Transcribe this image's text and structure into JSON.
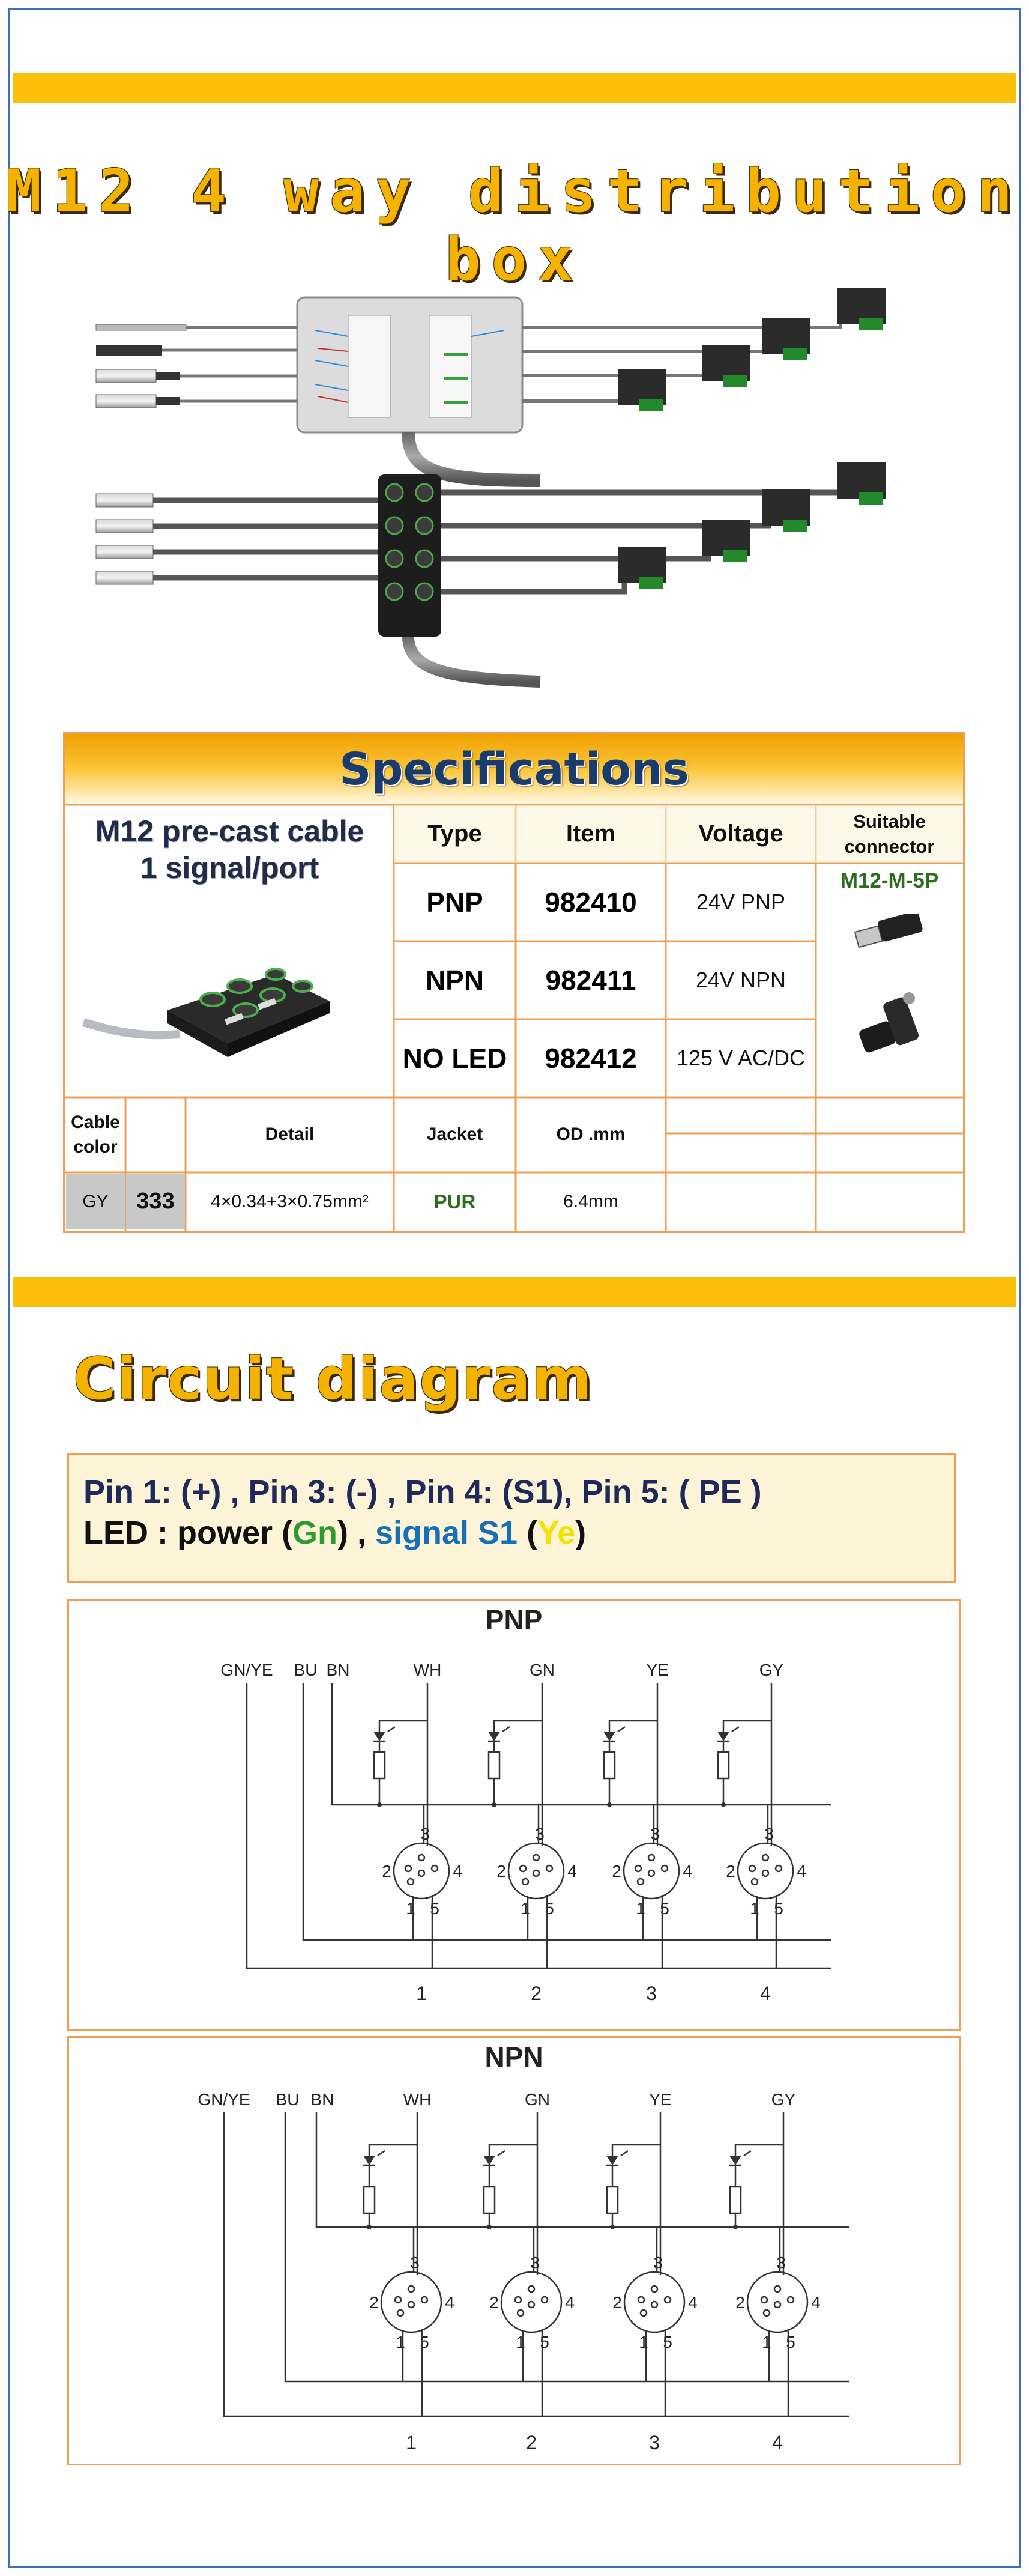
{
  "header": {
    "title": "M12 4 way distribution box"
  },
  "product_images": {
    "upper_label": "M12 4 way distribution box with screw terminals",
    "lower_label": "M12 4 way distribution box pre-cast"
  },
  "specifications": {
    "title": "Specifications",
    "product_name": "M12 pre-cast cable\n1 signal/port",
    "columns": {
      "type": "Type",
      "item": "Item",
      "voltage": "Voltage",
      "connector": "Suitable\nconnector"
    },
    "rows": [
      {
        "type": "PNP",
        "item": "982410",
        "voltage": "24V PNP"
      },
      {
        "type": "NPN",
        "item": "982411",
        "voltage": "24V NPN"
      },
      {
        "type": "NO LED",
        "item": "982412",
        "voltage": "125 V AC/DC"
      }
    ],
    "connector_name": "M12-M-5P",
    "cable_headers": {
      "color": "Cable\ncolor",
      "detail": "Detail",
      "jacket": "Jacket",
      "od": "OD .mm"
    },
    "cable_row": {
      "color": "GY",
      "code": "333",
      "detail": "4×0.34+3×0.75mm²",
      "jacket": "PUR",
      "od": "6.4mm"
    },
    "colors": {
      "border": "#eba055",
      "gray_cell": "#c8c8c8",
      "jacket": "#2c6d1e"
    }
  },
  "circuit": {
    "title": "Circuit diagram",
    "pin_line": "Pin 1: (+) ,  Pin 3: (-) ,  Pin 4: (S1),  Pin 5: ( PE )",
    "led_prefix": "LED :  power  (",
    "led_gn": "Gn",
    "led_mid": ")  ,  ",
    "led_signal": "signal S1",
    "led_open": "  (",
    "led_ye": "Ye",
    "led_close": ")",
    "pnp": {
      "title": "PNP",
      "wire_labels": [
        "GN/YE",
        "BU",
        "BN",
        "WH",
        "GN",
        "YE",
        "GY"
      ],
      "pin_numbers": [
        "1",
        "2",
        "3",
        "4",
        "5"
      ],
      "port_numbers": [
        "1",
        "2",
        "3",
        "4"
      ]
    },
    "npn": {
      "title": "NPN",
      "wire_labels": [
        "GN/YE",
        "BU",
        "BN",
        "WH",
        "GN",
        "YE",
        "GY"
      ],
      "pin_numbers": [
        "1",
        "2",
        "3",
        "4",
        "5"
      ],
      "port_numbers": [
        "1",
        "2",
        "3",
        "4"
      ]
    }
  }
}
